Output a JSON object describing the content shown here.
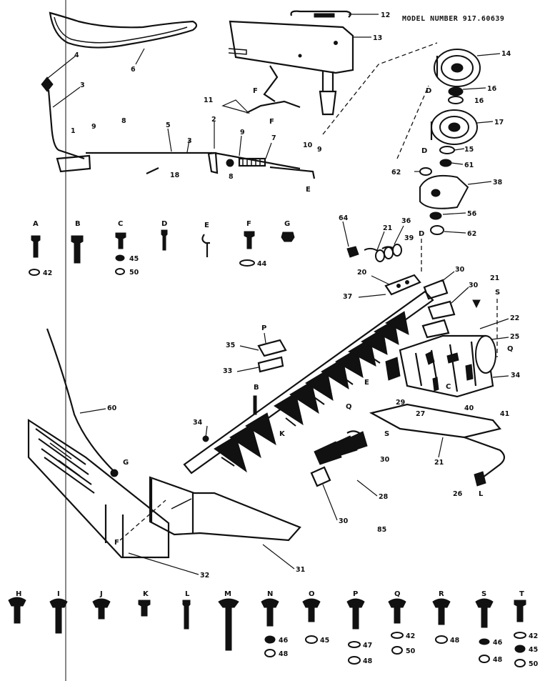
{
  "header": {
    "model_number": "MODEL NUMBER 917.60639"
  },
  "figure_mark": "85",
  "callouts": {
    "c12": "12",
    "c13": "13",
    "c14": "14",
    "c16": "16",
    "c17": "17",
    "c15": "15",
    "c61": "61",
    "c62a": "62",
    "c38": "38",
    "c56": "56",
    "c62b": "62",
    "c6": "6",
    "c4": "4",
    "c3": "3",
    "c9": "9",
    "c8": "8",
    "c11": "11",
    "c7": "7",
    "c5": "5",
    "c2": "2",
    "c10": "10",
    "c1": "1",
    "c18": "18",
    "c64": "64",
    "c21a": "21",
    "c36": "36",
    "c39": "39",
    "c20": "20",
    "c37": "37",
    "c21b": "21",
    "c22": "22",
    "c25": "25",
    "c34a": "34",
    "c29": "29",
    "c27": "27",
    "c40": "40",
    "c41": "41",
    "c33": "33",
    "c35": "35",
    "c34b": "34",
    "c30a": "30",
    "c30b": "30",
    "c30c": "30",
    "c21c": "21",
    "c26": "26",
    "c28": "28",
    "c31": "31",
    "c32": "32",
    "c60": "60"
  },
  "hardware_top": [
    {
      "letter": "A",
      "sub": [
        "42"
      ]
    },
    {
      "letter": "B",
      "sub": []
    },
    {
      "letter": "C",
      "sub": [
        "45",
        "50"
      ]
    },
    {
      "letter": "D",
      "sub": []
    },
    {
      "letter": "E",
      "sub": []
    },
    {
      "letter": "F",
      "sub": [
        "44"
      ]
    },
    {
      "letter": "G",
      "sub": []
    }
  ],
  "hardware_bottom": [
    {
      "letter": "H",
      "sub": []
    },
    {
      "letter": "I",
      "sub": []
    },
    {
      "letter": "J",
      "sub": []
    },
    {
      "letter": "K",
      "sub": []
    },
    {
      "letter": "L",
      "sub": []
    },
    {
      "letter": "M",
      "sub": []
    },
    {
      "letter": "N",
      "sub": [
        "46",
        "48"
      ]
    },
    {
      "letter": "O",
      "sub": [
        "45"
      ]
    },
    {
      "letter": "P",
      "sub": [
        "47",
        "48"
      ]
    },
    {
      "letter": "Q",
      "sub": [
        "42",
        "50"
      ]
    },
    {
      "letter": "R",
      "sub": [
        "48"
      ]
    },
    {
      "letter": "S",
      "sub": [
        "46",
        "48"
      ]
    },
    {
      "letter": "T",
      "sub": [
        "42",
        "45",
        "50"
      ]
    }
  ]
}
